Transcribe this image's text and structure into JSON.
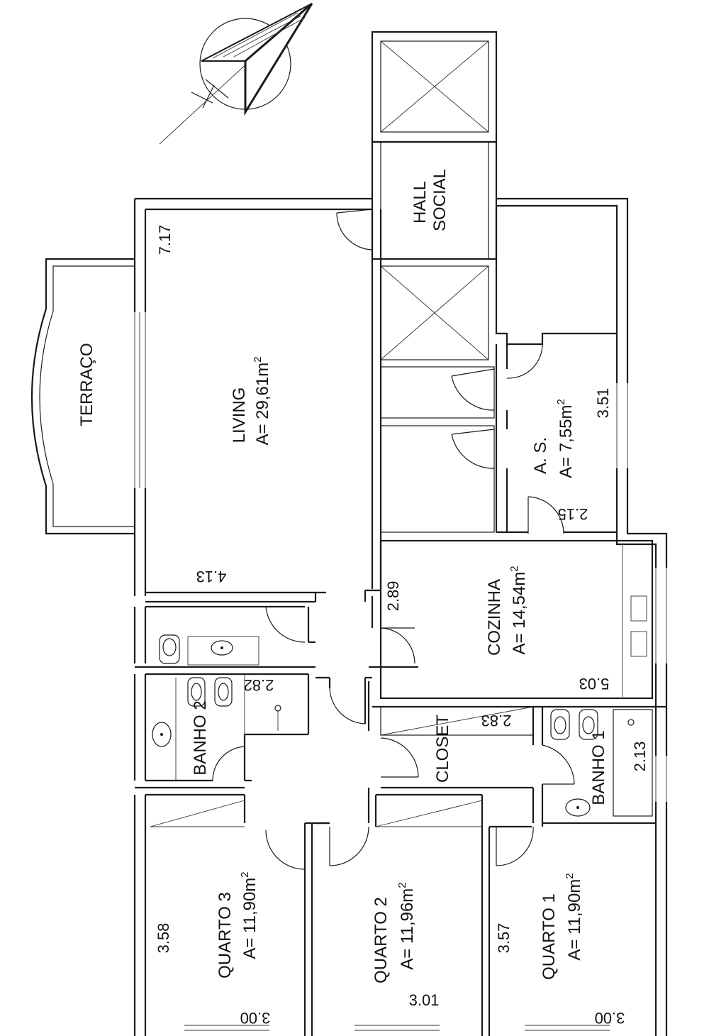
{
  "rooms": {
    "hall_social": {
      "line1": "HALL",
      "line2": "SOCIAL"
    },
    "terraco": {
      "name": "TERRAÇO"
    },
    "living": {
      "name": "LIVING",
      "area": "A= 29,61m",
      "sup": "2"
    },
    "as": {
      "name": "A. S.",
      "area": "A= 7,55m",
      "sup": "2"
    },
    "cozinha": {
      "name": "COZINHA",
      "area": "A= 14,54m",
      "sup": "2"
    },
    "closet": {
      "name": "CLOSET"
    },
    "banho2": {
      "name": "BANHO 2"
    },
    "banho1": {
      "name": "BANHO 1"
    },
    "quarto3": {
      "name": "QUARTO 3",
      "area": "A= 11,90m",
      "sup": "2"
    },
    "quarto2": {
      "name": "QUARTO 2",
      "area": "A= 11,96m",
      "sup": "2"
    },
    "quarto1": {
      "name": "QUARTO 1",
      "area": "A= 11,90m",
      "sup": "2"
    }
  },
  "dimensions": {
    "living_length": "7.17",
    "living_width": "4.13",
    "as_length": "3.51",
    "as_width": "2.15",
    "cozinha_length": "2.89",
    "cozinha_width": "5.03",
    "banho2_length": "2.82",
    "closet_length": "2.83",
    "banho1_width": "2.13",
    "quarto3_length": "3.58",
    "quarto3_width": "3.00",
    "quarto2_width": "3.01",
    "quarto1_length": "3.57",
    "quarto1_width": "3.00"
  },
  "colors": {
    "line": "#1a1a1a",
    "background": "#ffffff"
  },
  "icons": [
    "north-arrow-icon",
    "toilet-icon",
    "bidet-icon",
    "sink-icon",
    "shower-drain-icon",
    "stove-icon"
  ]
}
